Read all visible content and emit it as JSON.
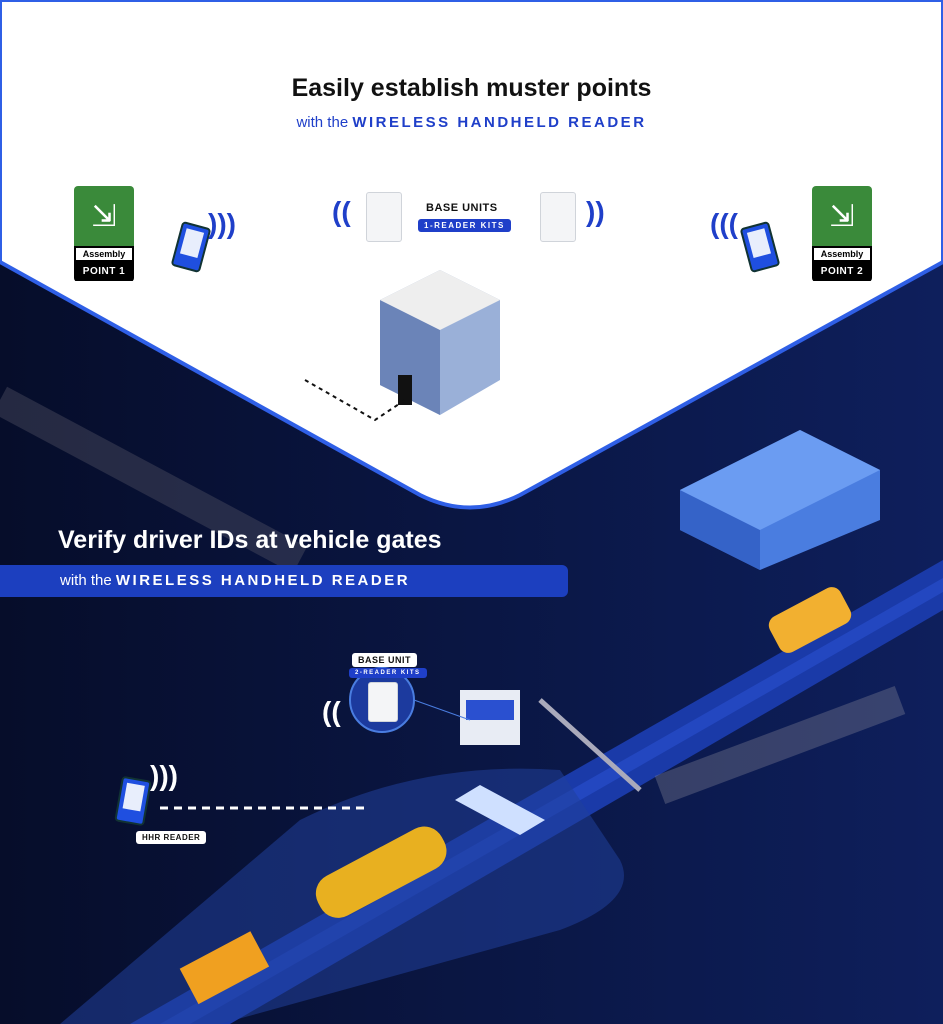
{
  "section1": {
    "title": "Easily establish muster points",
    "subtitle_prefix": "with the",
    "subtitle_product": "WIRELESS HANDHELD READER",
    "base_units_label": "BASE UNITS",
    "base_units_kit": "1-READER KITS",
    "assembly_points": [
      {
        "label": "Assembly",
        "name": "POINT 1"
      },
      {
        "label": "Assembly",
        "name": "POINT 2"
      }
    ]
  },
  "section2": {
    "title": "Verify driver IDs at vehicle gates",
    "subtitle_prefix": "with the",
    "subtitle_product": "WIRELESS HANDHELD READER",
    "base_unit_label": "BASE UNIT",
    "base_unit_kit": "2-READER KITS",
    "reader_label": "HHR READER"
  },
  "colors": {
    "accent": "#1f3fc9",
    "navy": "#0a1640",
    "assembly_green": "#3a8a3a"
  }
}
